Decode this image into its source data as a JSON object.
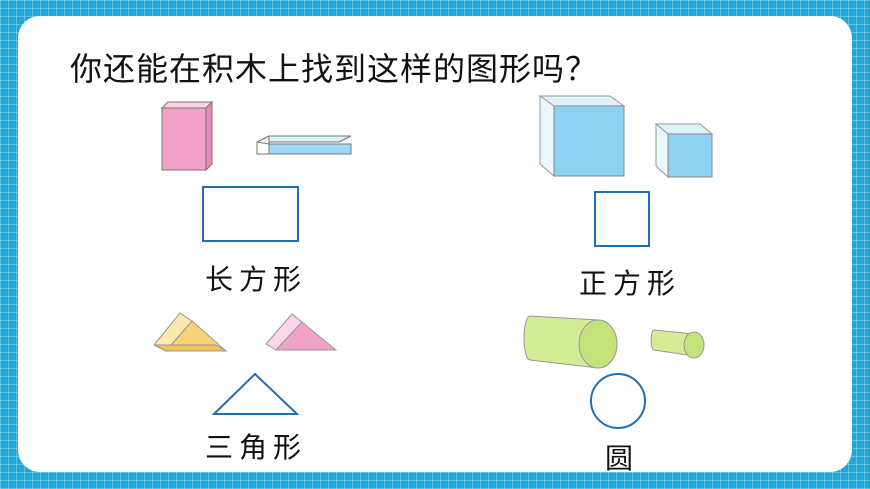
{
  "question": "你还能在积木上找到这样的图形吗？",
  "labels": {
    "rectangle": "长方形",
    "square": "正方形",
    "triangle": "三角形",
    "circle": "圆"
  },
  "colors": {
    "frame": "#21a6d6",
    "outline": "#1f6fb2",
    "pink": "#f2a2c8",
    "light_blue": "#9fd8f3",
    "sky_blue": "#8fd1f2",
    "yellow": "#f8d27a",
    "lime": "#d4ec96"
  }
}
